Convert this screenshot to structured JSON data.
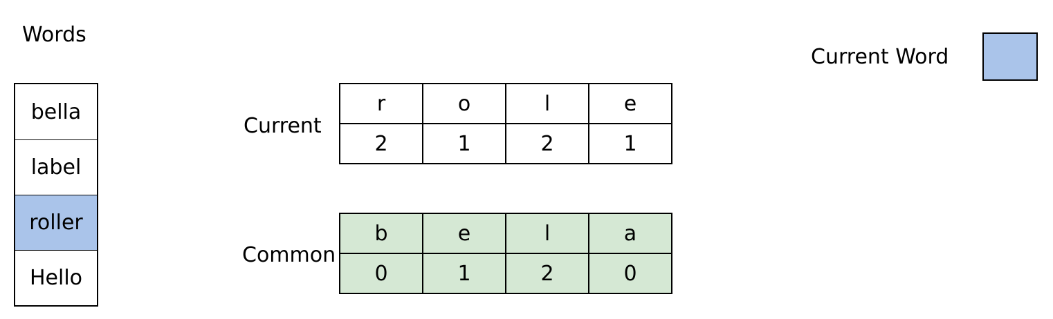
{
  "colors": {
    "highlight": "#aac4ea",
    "common_fill": "#d5e8d4",
    "border": "#000000",
    "background": "#ffffff"
  },
  "words": {
    "title": "Words",
    "items": [
      "bella",
      "label",
      "roller",
      "Hello"
    ],
    "highlighted_index": 2
  },
  "legend": {
    "label": "Current Word"
  },
  "current": {
    "label": "Current",
    "letters": [
      "r",
      "o",
      "l",
      "e"
    ],
    "counts": [
      "2",
      "1",
      "2",
      "1"
    ]
  },
  "common": {
    "label": "Common",
    "letters": [
      "b",
      "e",
      "l",
      "a"
    ],
    "counts": [
      "0",
      "1",
      "2",
      "0"
    ]
  }
}
